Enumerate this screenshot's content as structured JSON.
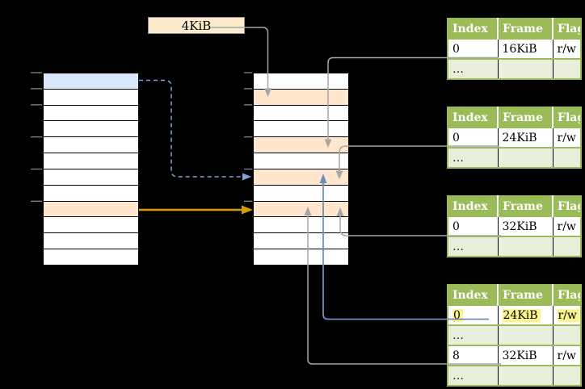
{
  "frame_size_label": "4KiB",
  "colors": {
    "page_blue": "#dae8fc",
    "frame_orange": "#ffe6cc",
    "header_green": "#9bbb59",
    "row_light_green": "#e9efdb",
    "highlight_yellow": "#fdf48c",
    "arrow_gray": "#a6a6a6",
    "arrow_blue_solid": "#6c8ebf",
    "arrow_blue_dashed": "#82a4d8",
    "arrow_orange": "#d79b00",
    "label_fill": "#fdeccb"
  },
  "memory_diagram": {
    "left_table": {
      "row_count": 12,
      "blue_rows": [
        1
      ],
      "orange_rows": [
        9
      ]
    },
    "middle_table": {
      "row_count": 12,
      "blue_rows": [],
      "orange_rows": [
        2,
        5,
        7,
        9
      ]
    }
  },
  "page_tables": [
    {
      "columns": [
        "Index",
        "Frame",
        "Flags"
      ],
      "rows": [
        {
          "cells": [
            "0",
            "16KiB",
            "r/w"
          ],
          "highlight": false
        },
        {
          "cells": [
            "…",
            "",
            ""
          ],
          "highlight": false
        }
      ]
    },
    {
      "columns": [
        "Index",
        "Frame",
        "Flags"
      ],
      "rows": [
        {
          "cells": [
            "0",
            "24KiB",
            "r/w"
          ],
          "highlight": false
        },
        {
          "cells": [
            "…",
            "",
            ""
          ],
          "highlight": false
        }
      ]
    },
    {
      "columns": [
        "Index",
        "Frame",
        "Flags"
      ],
      "rows": [
        {
          "cells": [
            "0",
            "32KiB",
            "r/w"
          ],
          "highlight": false
        },
        {
          "cells": [
            "…",
            "",
            ""
          ],
          "highlight": false
        }
      ]
    },
    {
      "columns": [
        "Index",
        "Frame",
        "Flags"
      ],
      "rows": [
        {
          "cells": [
            "0",
            "24KiB",
            "r/w"
          ],
          "highlight": true
        },
        {
          "cells": [
            "…",
            "",
            ""
          ],
          "highlight": false
        },
        {
          "cells": [
            "8",
            "32KiB",
            "r/w"
          ],
          "highlight": false
        },
        {
          "cells": [
            "…",
            "",
            ""
          ],
          "highlight": false
        }
      ]
    }
  ]
}
